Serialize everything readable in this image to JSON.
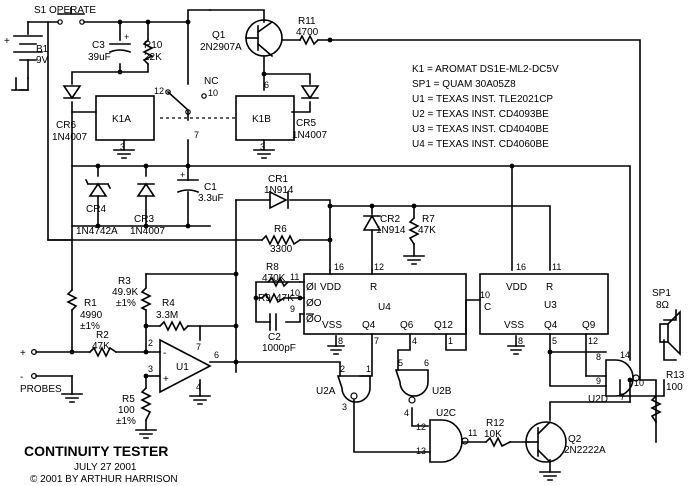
{
  "title": "CONTINUITY TESTER",
  "date": "JULY 27 2001",
  "copyright": "© 2001 BY ARTHUR HARRISON",
  "parts_list": [
    "K1 = AROMAT DS1E-ML2-DC5V",
    "SP1 = QUAM 30A05Z8",
    "U1 = TEXAS INST. TLE2021CP",
    "U2 = TEXAS INST. CD4093BE",
    "U3 = TEXAS INST. CD4040BE",
    "U4 = TEXAS INST. CD4060BE"
  ],
  "components": {
    "s1": "S1 OPERATE",
    "b1": {
      "ref": "B1",
      "value": "9V"
    },
    "c3": {
      "ref": "C3",
      "value": "39uF"
    },
    "r10": {
      "ref": "R10",
      "value": "22K"
    },
    "q1": {
      "ref": "Q1",
      "value": "2N2907A"
    },
    "r11": {
      "ref": "R11",
      "value": "4700"
    },
    "cr6": {
      "ref": "CR6",
      "value": "1N4007"
    },
    "k1a": "K1A",
    "k1b": "K1B",
    "cr5": {
      "ref": "CR5",
      "value": "1N4007"
    },
    "nc": "NC",
    "c1": {
      "ref": "C1",
      "value": "3.3uF"
    },
    "cr4": {
      "ref": "CR4",
      "value": "1N4742A"
    },
    "cr3": {
      "ref": "CR3",
      "value": "1N4007"
    },
    "cr1": {
      "ref": "CR1",
      "value": "1N914"
    },
    "cr2": {
      "ref": "CR2",
      "value": "1N914"
    },
    "r7": {
      "ref": "R7",
      "value": "47K"
    },
    "r6": {
      "ref": "R6",
      "value": "3300"
    },
    "r8": {
      "ref": "R8",
      "value": "470K"
    },
    "r9": {
      "ref": "R9",
      "value": "47K"
    },
    "c2": {
      "ref": "C2",
      "value": "1000pF"
    },
    "r3": {
      "ref": "R3",
      "value": "49.9K",
      "tol": "±1%"
    },
    "r4": {
      "ref": "R4",
      "value": "3.3M"
    },
    "r1": {
      "ref": "R1",
      "value": "4990",
      "tol": "±1%"
    },
    "r2": {
      "ref": "R2",
      "value": "47K"
    },
    "r5": {
      "ref": "R5",
      "value": "100",
      "tol": "±1%"
    },
    "u1": "U1",
    "u4": "U4",
    "u3": "U3",
    "u2a": "U2A",
    "u2b": "U2B",
    "u2c": "U2C",
    "u2d": "U2D",
    "r12": {
      "ref": "R12",
      "value": "10K"
    },
    "q2": {
      "ref": "Q2",
      "value": "2N2222A"
    },
    "sp1": {
      "ref": "SP1",
      "value": "8Ω"
    },
    "r13": {
      "ref": "R13",
      "value": "100"
    },
    "probes": "PROBES"
  },
  "ic_pins": {
    "u4_vdd": "VDD",
    "u4_vss": "VSS",
    "u4_r": "R",
    "u4_q4": "Q4",
    "u4_q6": "Q6",
    "u4_q12": "Q12",
    "u4_phi_i": "ØI",
    "u4_phi_o": "ØO",
    "u4_phi_o_bar": "ØO",
    "u3_vdd": "VDD",
    "u3_vss": "VSS",
    "u3_r": "R",
    "u3_c": "C",
    "u3_q4": "Q4",
    "u3_q9": "Q9"
  },
  "pin_numbers": {
    "k1a_12": "12",
    "k1a_3": "3",
    "k1b_6": "6",
    "k1b_3": "3",
    "relay_7": "7",
    "nc_10": "10",
    "u4_16": "16",
    "u4_12": "12",
    "u4_11": "11",
    "u4_10": "10",
    "u4_9": "9",
    "u4_8": "8",
    "u4_7": "7",
    "u4_4": "4",
    "u4_1": "1",
    "u3_16": "16",
    "u3_11": "11",
    "u3_10": "10",
    "u3_8": "8",
    "u3_5": "5",
    "u3_12": "12",
    "u1_2": "2",
    "u1_3": "3",
    "u1_7": "7",
    "u1_4": "4",
    "u1_6": "6",
    "u2a_2": "2",
    "u2a_1": "1",
    "u2a_3": "3",
    "u2b_5": "5",
    "u2b_6": "6",
    "u2b_4": "4",
    "u2c_12": "12",
    "u2c_13": "13",
    "u2c_11": "11",
    "u2d_8": "8",
    "u2d_9": "9",
    "u2d_14": "14",
    "u2d_7": "7",
    "u2d_10": "10"
  }
}
